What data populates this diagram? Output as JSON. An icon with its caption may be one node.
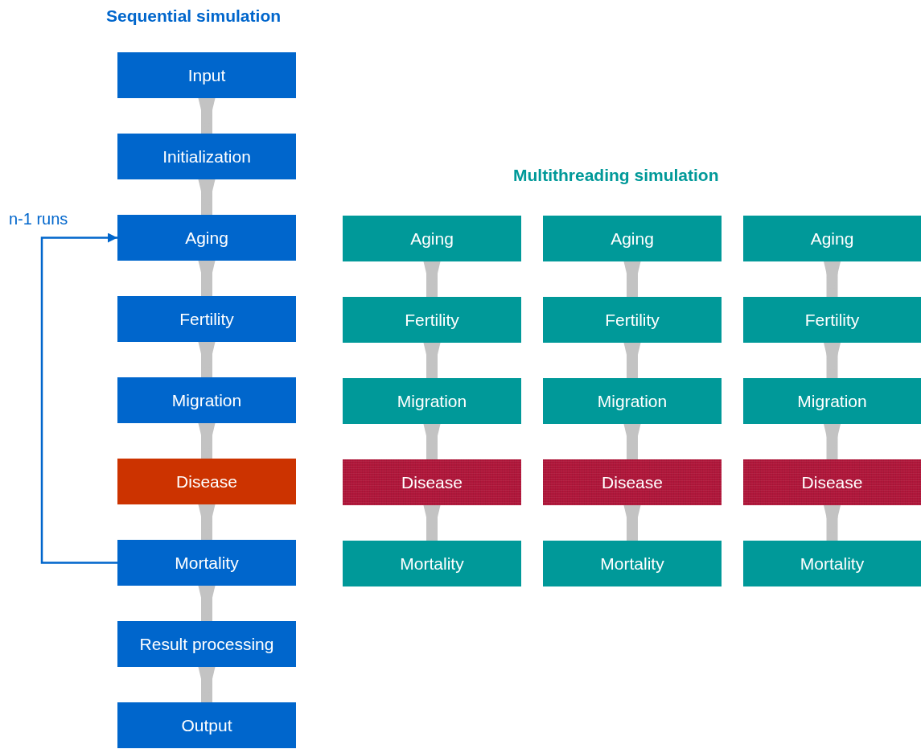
{
  "diagram": {
    "nodes": [
      {
        "text": [
          "Input"
        ]
      },
      {
        "text": [
          "Initialization"
        ]
      },
      {
        "text": [
          "Aging"
        ]
      },
      {
        "text": [
          "Fertility"
        ]
      },
      {
        "text": [
          "Migration"
        ]
      },
      {
        "text": [
          "Disease"
        ]
      },
      {
        "text": [
          "Mortality"
        ]
      },
      {
        "text": [
          "Result processing"
        ]
      },
      {
        "text": [
          "Output"
        ]
      },
      {
        "text": [
          "Aging"
        ]
      },
      {
        "text": [
          "Fertility"
        ]
      },
      {
        "text": [
          "Migration"
        ]
      },
      {
        "text": [
          "Disease"
        ]
      },
      {
        "text": [
          "Mortality"
        ]
      },
      {
        "text": [
          "Aging"
        ]
      },
      {
        "text": [
          "Fertility"
        ]
      },
      {
        "text": [
          "Migration"
        ]
      },
      {
        "text": [
          "Disease"
        ]
      },
      {
        "text": [
          "Mortality"
        ]
      },
      {
        "text": [
          "Aging"
        ]
      },
      {
        "text": [
          "Fertility"
        ]
      },
      {
        "text": [
          "Migration"
        ]
      },
      {
        "text": [
          "Disease"
        ]
      },
      {
        "text": [
          "Mortality"
        ]
      }
    ],
    "edges": [
      {
        "from": 0,
        "to": 1,
        "arrow": "to"
      },
      {
        "from": 1,
        "to": 2,
        "arrow": "to"
      },
      {
        "from": 2,
        "to": 3,
        "arrow": "to"
      },
      {
        "from": 3,
        "to": 4,
        "arrow": "to"
      },
      {
        "from": 4,
        "to": 5,
        "arrow": "to"
      },
      {
        "from": 5,
        "to": 6,
        "arrow": "to"
      },
      {
        "from": 6,
        "to": 7,
        "arrow": "to"
      },
      {
        "from": 7,
        "to": 8,
        "arrow": "to"
      },
      {
        "from": 6,
        "to": 2,
        "arrow": "to",
        "label": "n-1 runs",
        "color": "#0066cc"
      },
      {
        "from": 9,
        "to": 10,
        "arrow": "to"
      },
      {
        "from": 10,
        "to": 11,
        "arrow": "to"
      },
      {
        "from": 11,
        "to": 12,
        "arrow": "to"
      },
      {
        "from": 12,
        "to": 13,
        "arrow": "to"
      },
      {
        "from": 14,
        "to": 15,
        "arrow": "to"
      },
      {
        "from": 15,
        "to": 16,
        "arrow": "to"
      },
      {
        "from": 16,
        "to": 17,
        "arrow": "to"
      },
      {
        "from": 17,
        "to": 18,
        "arrow": "to"
      },
      {
        "from": 19,
        "to": 20,
        "arrow": "to"
      },
      {
        "from": 20,
        "to": 21,
        "arrow": "to"
      },
      {
        "from": 21,
        "to": 22,
        "arrow": "to"
      },
      {
        "from": 22,
        "to": 23,
        "arrow": "to"
      }
    ],
    "labels": [
      "Sequential simulation",
      "Multithreading simulation"
    ]
  }
}
